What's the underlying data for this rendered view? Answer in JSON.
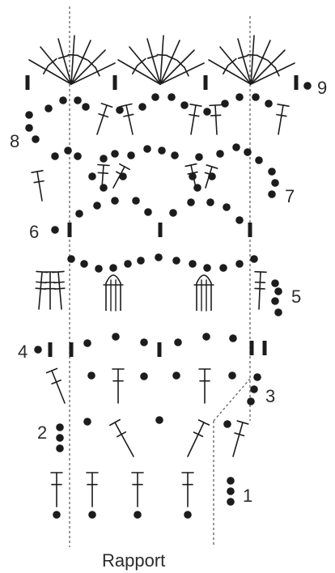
{
  "diagram": {
    "caption": "Rapport",
    "row_numbers": [
      "1",
      "2",
      "3",
      "4",
      "5",
      "6",
      "7",
      "8",
      "9"
    ],
    "colors": {
      "ink": "#1c1c1c",
      "guide": "#555555",
      "background": "#ffffff"
    },
    "symbols": [
      "chain-stitch",
      "single-crochet",
      "double-crochet",
      "treble-crochet",
      "fan",
      "picot-arch"
    ]
  }
}
